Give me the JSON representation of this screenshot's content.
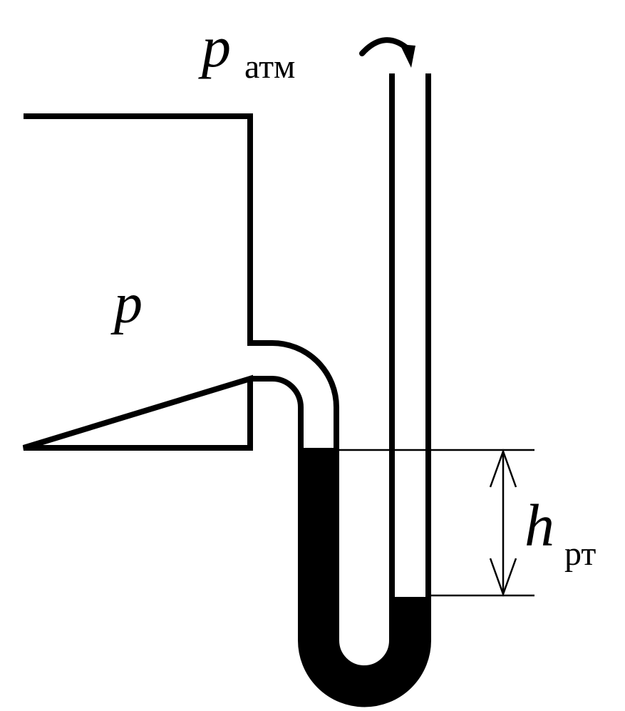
{
  "labels": {
    "vessel_pressure": "p",
    "atm_symbol": "p",
    "atm_subscript": "атм",
    "height_symbol": "h",
    "height_subscript": "рт"
  },
  "colors": {
    "line": "#000000",
    "mercury": "#000000",
    "background": "#ffffff"
  }
}
